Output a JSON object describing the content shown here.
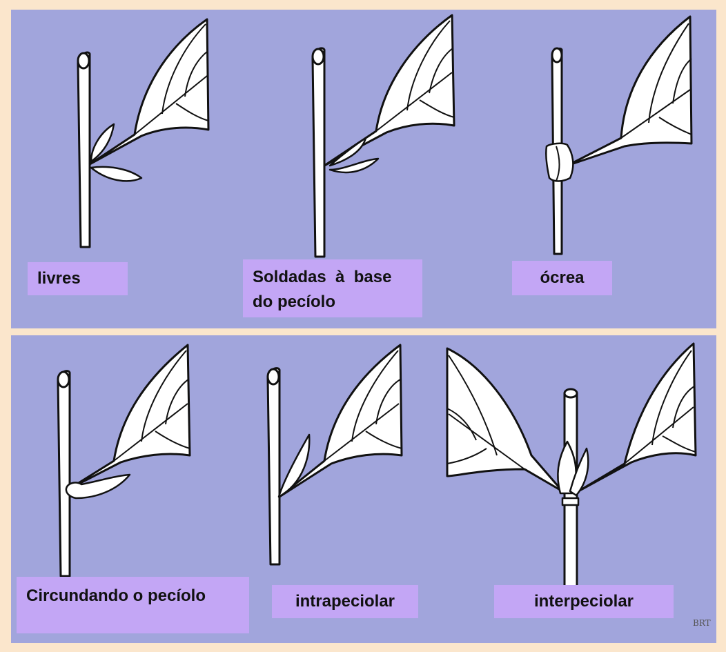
{
  "labels": {
    "livres": "livres",
    "soldadas_line1": "Soldadas  à  base",
    "soldadas_line2": "do pecíolo",
    "ocrea": "ócrea",
    "circundando": "Circundando o pecíolo",
    "intrapeciolar": "intrapeciolar",
    "interpeciolar": "interpeciolar"
  },
  "signature": "BRT",
  "colors": {
    "background": "#fbe6cc",
    "panel": "#a1a5dc",
    "label_box": "#c3a6f5"
  }
}
